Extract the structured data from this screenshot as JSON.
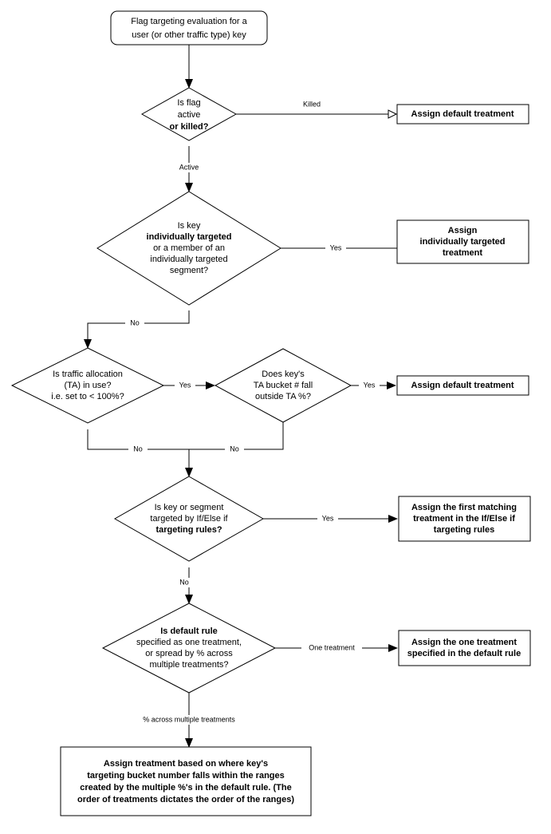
{
  "diagram": {
    "type": "flowchart",
    "title": "Flag targeting evaluation flow",
    "background_color": "#ffffff",
    "line_color": "#000000",
    "shape_fill": "#ffffff"
  },
  "nodes": {
    "start": {
      "shape": "rounded-rectangle",
      "lines": [
        {
          "text": "Flag targeting evaluation for a",
          "bold": false
        },
        {
          "text": "user (or other traffic type) key",
          "bold": false
        }
      ]
    },
    "decision_flag_active": {
      "shape": "diamond",
      "lines": [
        {
          "text": "Is flag",
          "bold": false
        },
        {
          "text": "active",
          "bold": false
        },
        {
          "text": "or killed?",
          "bold": true
        }
      ]
    },
    "decision_individually_targeted": {
      "shape": "diamond",
      "lines": [
        {
          "text": "Is key",
          "bold": false
        },
        {
          "text": "individually targeted",
          "bold": true
        },
        {
          "text": "or a member of an",
          "bold": false
        },
        {
          "text": "individually targeted",
          "bold": false
        },
        {
          "text": "segment?",
          "bold": false
        }
      ]
    },
    "decision_traffic_allocation": {
      "shape": "diamond",
      "lines": [
        {
          "text": "Is traffic allocation",
          "bold": false
        },
        {
          "text": "(TA) in use?",
          "bold": false
        },
        {
          "text": "i.e. set to < 100%?",
          "bold": false
        }
      ]
    },
    "decision_ta_bucket": {
      "shape": "diamond",
      "lines": [
        {
          "text": "Does key's",
          "bold": false
        },
        {
          "text": "TA bucket # fall",
          "bold": false
        },
        {
          "text": "outside TA %?",
          "bold": false
        }
      ]
    },
    "decision_ifelse_rules": {
      "shape": "diamond",
      "lines": [
        {
          "text": "Is key or segment",
          "bold": false
        },
        {
          "text": "targeted by If/Else if",
          "bold": false
        },
        {
          "text": "targeting rules?",
          "bold": true
        }
      ]
    },
    "decision_default_rule": {
      "shape": "diamond",
      "lines": [
        {
          "text": "Is default rule",
          "bold": true
        },
        {
          "text": "specified as one treatment,",
          "bold": false
        },
        {
          "text": "or spread by % across",
          "bold": false
        },
        {
          "text": "multiple treatments?",
          "bold": false
        }
      ]
    },
    "result_default_killed": {
      "shape": "rectangle",
      "lines": [
        {
          "text": "Assign default treatment",
          "bold": true
        }
      ]
    },
    "result_individually_targeted": {
      "shape": "rectangle",
      "lines": [
        {
          "text": "Assign",
          "bold": true
        },
        {
          "text": "individually targeted",
          "bold": true
        },
        {
          "text": "treatment",
          "bold": true
        }
      ]
    },
    "result_default_outside_ta": {
      "shape": "rectangle",
      "lines": [
        {
          "text": "Assign default treatment",
          "bold": true
        }
      ]
    },
    "result_first_matching": {
      "shape": "rectangle",
      "lines": [
        {
          "text": "Assign the first matching",
          "bold": true
        },
        {
          "text": "treatment in the If/Else if",
          "bold": true
        },
        {
          "text": "targeting rules",
          "bold": true
        }
      ]
    },
    "result_one_treatment": {
      "shape": "rectangle",
      "lines": [
        {
          "text": "Assign the one treatment",
          "bold": true
        },
        {
          "text": "specified in the default rule",
          "bold": true
        }
      ]
    },
    "result_spread_percent": {
      "shape": "rectangle",
      "lines": [
        {
          "text": "Assign treatment based on where key's",
          "bold": true
        },
        {
          "text": "targeting bucket number falls within the ranges",
          "bold": true
        },
        {
          "text": "created by the multiple %'s in the default rule. (The",
          "bold": true
        },
        {
          "text": "order of treatments dictates the order of the ranges)",
          "bold": true
        }
      ]
    }
  },
  "edges": {
    "start_to_flag": {
      "label": ""
    },
    "flag_killed": {
      "label": "Killed"
    },
    "flag_active": {
      "label": "Active"
    },
    "individually_yes": {
      "label": "Yes"
    },
    "individually_no": {
      "label": "No"
    },
    "ta_yes": {
      "label": "Yes"
    },
    "ta_no": {
      "label": "No"
    },
    "bucket_yes": {
      "label": "Yes"
    },
    "bucket_no": {
      "label": "No"
    },
    "ifelse_yes": {
      "label": "Yes"
    },
    "ifelse_no": {
      "label": "No"
    },
    "default_one": {
      "label": "One treatment"
    },
    "default_spread": {
      "label": "% across multiple treatments"
    }
  }
}
